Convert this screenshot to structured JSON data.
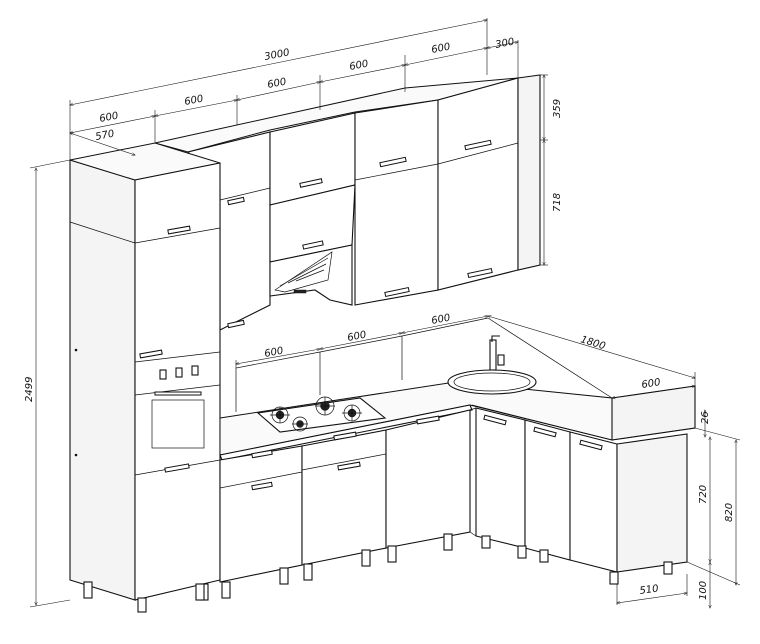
{
  "dimensions": {
    "total_width": "3000",
    "top_module_1": "600",
    "top_module_2": "600",
    "top_module_3": "600",
    "top_module_4": "600",
    "top_module_5": "600",
    "top_depth": "300",
    "tall_depth": "570",
    "upper_top_height": "359",
    "upper_main_height": "718",
    "total_height": "2499",
    "backsplash_1": "600",
    "backsplash_2": "600",
    "backsplash_3": "600",
    "corner_length": "1800",
    "corner_end_width": "600",
    "countertop_thickness": "26",
    "base_body_height": "720",
    "base_total_height": "820",
    "leg_height": "100",
    "base_depth": "510"
  }
}
